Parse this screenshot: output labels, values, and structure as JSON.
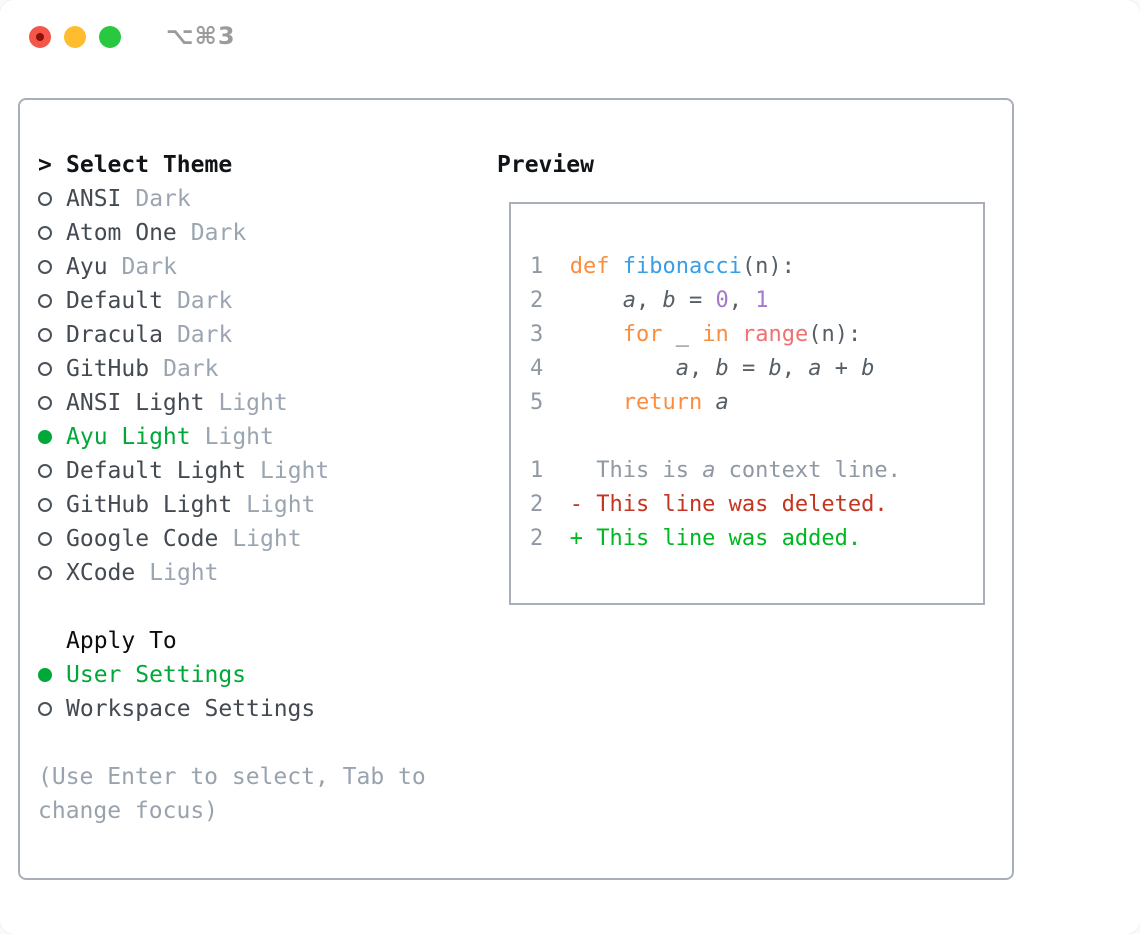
{
  "window": {
    "title": "⌥⌘3"
  },
  "titlebar": {
    "buttons": [
      "close",
      "minimize",
      "zoom"
    ]
  },
  "colors": {
    "traffic_red": "#f4564a",
    "traffic_red_dot": "#8a120b",
    "traffic_yellow": "#fdbd2e",
    "traffic_green": "#28c840",
    "border_gray": "#a8afb9",
    "text_dark": "#434a52",
    "tag_gray": "#9aa5b1",
    "hint_gray": "#98a3ae",
    "selection_green": "#00a839"
  },
  "theme_picker": {
    "prompt": ">",
    "title": "Select Theme",
    "items": [
      {
        "name": "ANSI",
        "tag": "Dark",
        "selected": false
      },
      {
        "name": "Atom One",
        "tag": "Dark",
        "selected": false
      },
      {
        "name": "Ayu",
        "tag": "Dark",
        "selected": false
      },
      {
        "name": "Default",
        "tag": "Dark",
        "selected": false
      },
      {
        "name": "Dracula",
        "tag": "Dark",
        "selected": false
      },
      {
        "name": "GitHub",
        "tag": "Dark",
        "selected": false
      },
      {
        "name": "ANSI Light",
        "tag": "Light",
        "selected": false
      },
      {
        "name": "Ayu Light",
        "tag": "Light",
        "selected": true
      },
      {
        "name": "Default Light",
        "tag": "Light",
        "selected": false
      },
      {
        "name": "GitHub Light",
        "tag": "Light",
        "selected": false
      },
      {
        "name": "Google Code",
        "tag": "Light",
        "selected": false
      },
      {
        "name": "XCode",
        "tag": "Light",
        "selected": false
      }
    ],
    "apply_to": {
      "title": "Apply To",
      "options": [
        {
          "label": "User Settings",
          "selected": true
        },
        {
          "label": "Workspace Settings",
          "selected": false
        }
      ]
    },
    "hint_lines": [
      "(Use Enter to select, Tab to",
      "change focus)"
    ]
  },
  "preview": {
    "title": "Preview",
    "palette": {
      "kw": "#fa8d3e",
      "fn": "#399ee6",
      "lit": "#a37acc",
      "call": "#f07171",
      "fg": "#565e66",
      "ln": "#8f98a3",
      "ctx": "#8f98a3",
      "del": "#c53420",
      "add": "#00b81f"
    },
    "lines": [
      {
        "num": "1",
        "segments": [
          {
            "t": "def ",
            "c": "kw"
          },
          {
            "t": "fibonacci",
            "c": "fn"
          },
          {
            "t": "(n):",
            "c": "fg"
          }
        ]
      },
      {
        "num": "2",
        "segments": [
          {
            "t": "    ",
            "c": "fg"
          },
          {
            "t": "a",
            "c": "fg",
            "i": true
          },
          {
            "t": ", ",
            "c": "fg"
          },
          {
            "t": "b",
            "c": "fg",
            "i": true
          },
          {
            "t": " = ",
            "c": "fg"
          },
          {
            "t": "0",
            "c": "lit"
          },
          {
            "t": ", ",
            "c": "fg"
          },
          {
            "t": "1",
            "c": "lit"
          }
        ]
      },
      {
        "num": "3",
        "segments": [
          {
            "t": "    ",
            "c": "fg"
          },
          {
            "t": "for",
            "c": "kw"
          },
          {
            "t": " _ ",
            "c": "fg"
          },
          {
            "t": "in",
            "c": "kw"
          },
          {
            "t": " ",
            "c": "fg"
          },
          {
            "t": "range",
            "c": "call"
          },
          {
            "t": "(n):",
            "c": "fg"
          }
        ]
      },
      {
        "num": "4",
        "segments": [
          {
            "t": "        ",
            "c": "fg"
          },
          {
            "t": "a",
            "c": "fg",
            "i": true
          },
          {
            "t": ", ",
            "c": "fg"
          },
          {
            "t": "b",
            "c": "fg",
            "i": true
          },
          {
            "t": " = ",
            "c": "fg"
          },
          {
            "t": "b",
            "c": "fg",
            "i": true
          },
          {
            "t": ", ",
            "c": "fg"
          },
          {
            "t": "a",
            "c": "fg",
            "i": true
          },
          {
            "t": " + ",
            "c": "fg"
          },
          {
            "t": "b",
            "c": "fg",
            "i": true
          }
        ]
      },
      {
        "num": "5",
        "segments": [
          {
            "t": "    ",
            "c": "fg"
          },
          {
            "t": "return",
            "c": "kw"
          },
          {
            "t": " ",
            "c": "fg"
          },
          {
            "t": "a",
            "c": "fg",
            "i": true
          }
        ]
      },
      {
        "num": "",
        "segments": []
      },
      {
        "num": "1",
        "segments": [
          {
            "t": "  This is ",
            "c": "ctx"
          },
          {
            "t": "a",
            "c": "ctx",
            "i": true
          },
          {
            "t": " context line.",
            "c": "ctx"
          }
        ]
      },
      {
        "num": "2",
        "segments": [
          {
            "t": "- This line was deleted.",
            "c": "del"
          }
        ]
      },
      {
        "num": "2",
        "segments": [
          {
            "t": "+ This line was added.",
            "c": "add"
          }
        ]
      }
    ]
  }
}
